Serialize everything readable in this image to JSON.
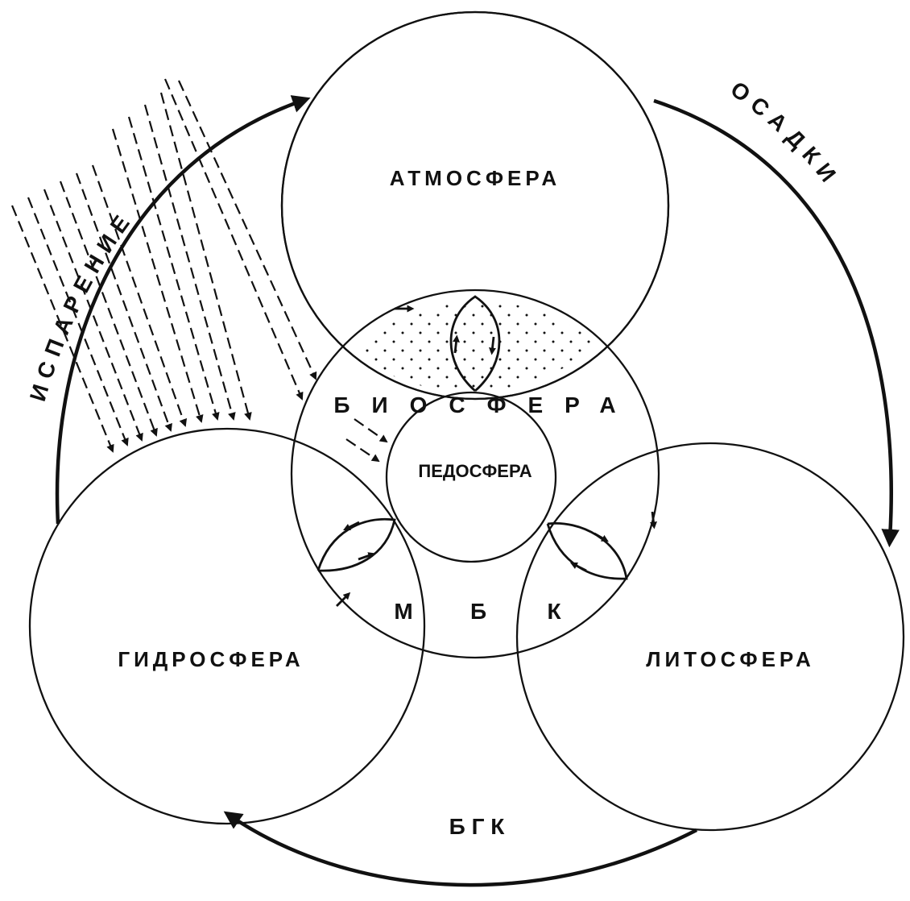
{
  "spheres": {
    "atmosphere": "АТМОСФЕРА",
    "biosphere": "БИОСФЕРА",
    "pedosphere": "ПЕДОСФЕРА",
    "hydrosphere": "ГИДРОСФЕРА",
    "lithosphere": "ЛИТОСФЕРА"
  },
  "processes": {
    "evaporation": "ИСПАРЕНИЕ",
    "precipitation": "ОСАДКИ"
  },
  "cycles": {
    "small_m": "М",
    "small_b": "Б",
    "small_k": "К",
    "big": "Б Г К"
  },
  "colors": {
    "ink": "#111111",
    "paper": "#ffffff"
  }
}
